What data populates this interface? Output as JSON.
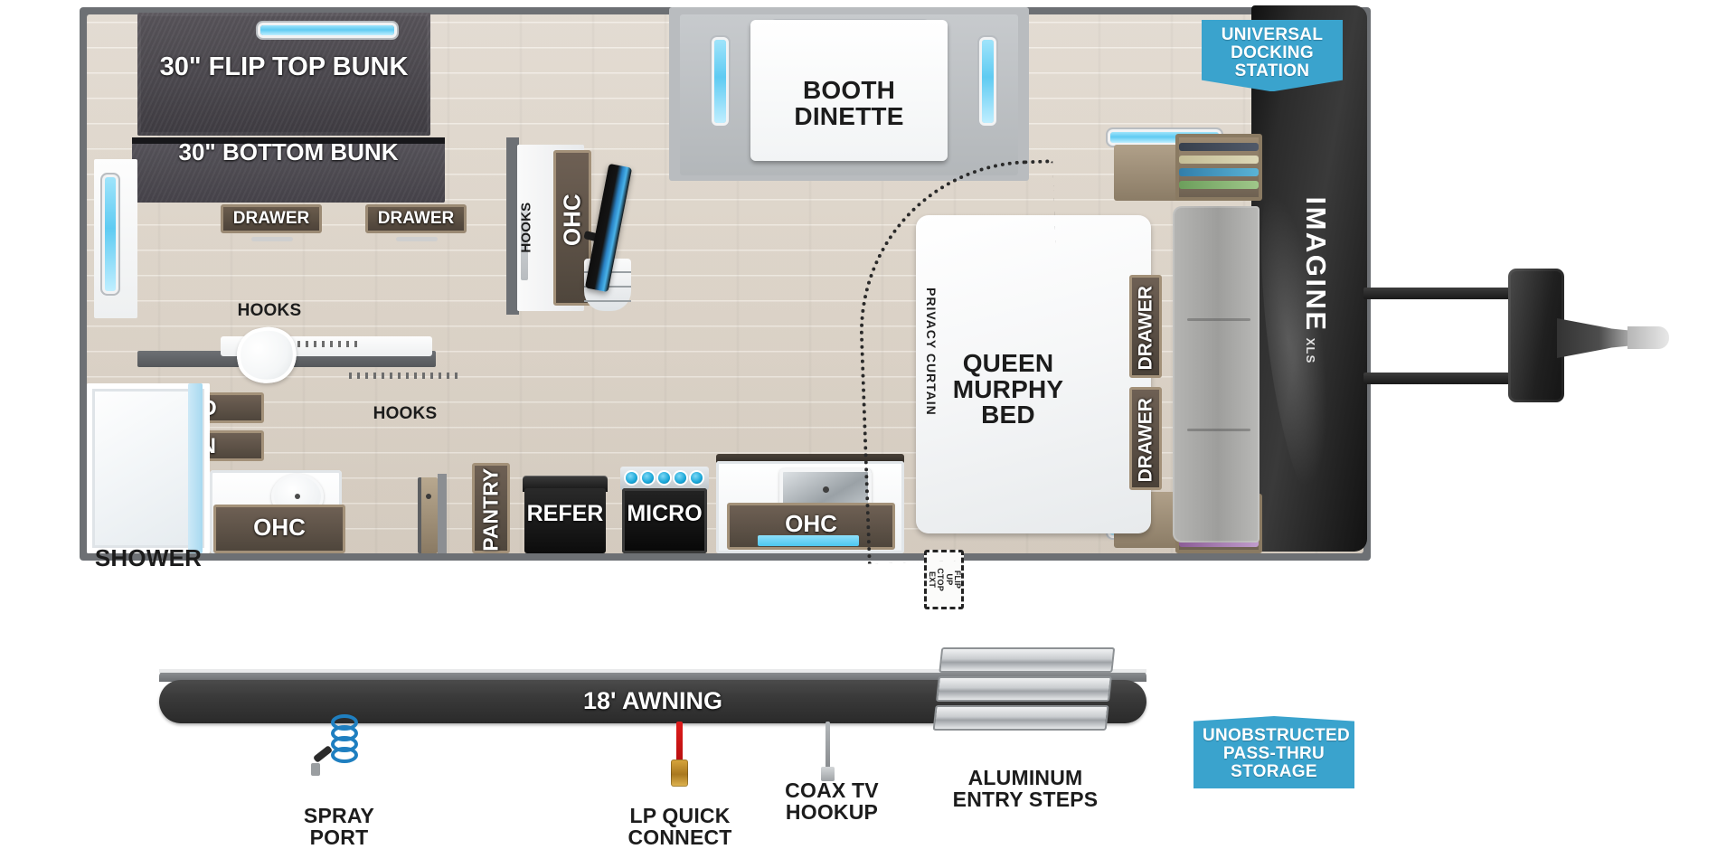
{
  "floorplan": {
    "brand_logo": {
      "name": "IMAGINE",
      "sub": "XLS"
    },
    "bunk_area": {
      "flip_top_bunk": "30\" FLIP TOP BUNK",
      "bottom_bunk": "30\" BOTTOM BUNK",
      "drawer_left": "DRAWER",
      "drawer_right": "DRAWER"
    },
    "bath": {
      "shower": "SHOWER",
      "ward": "WARD",
      "linen": "LINEN",
      "ohc": "OHC",
      "hooks_upper": "HOOKS",
      "hooks_lower": "HOOKS"
    },
    "entertainment": {
      "ohc": "OHC",
      "hooks": "HOOKS"
    },
    "kitchen": {
      "pantry": "PANTRY",
      "refer": "REFER",
      "micro": "MICRO",
      "ohc": "OHC",
      "flip_up_counter": "FLIP UP\nCTOP EXT"
    },
    "dinette": {
      "label": "BOOTH\nDINETTE"
    },
    "bedroom": {
      "bed": "QUEEN\nMURPHY\nBED",
      "drawer_top": "DRAWER",
      "drawer_bottom": "DRAWER",
      "privacy_curtain": "PRIVACY CURTAIN"
    },
    "exterior": {
      "awning": "18' AWNING",
      "spray_port": "SPRAY\nPORT",
      "lp_quick_connect": "LP QUICK\nCONNECT",
      "coax_tv_hookup": "COAX TV\nHOOKUP",
      "aluminum_entry_steps": "ALUMINUM\nENTRY STEPS"
    },
    "badges": [
      {
        "id": "universal-docking-station",
        "text": "UNIVERSAL\nDOCKING\nSTATION"
      },
      {
        "id": "unobstructed-pass-thru-storage",
        "text": "UNOBSTRUCTED\nPASS-THRU\nSTORAGE"
      }
    ],
    "colors": {
      "badge_blue": "#3aa3cd",
      "wall_gray": "#6d7074",
      "cabinet_brown": "#6e6054",
      "floor_beige": "#e9e2d8",
      "front_cap_black": "#1a1a1a",
      "window_blue": "#5fcbf2",
      "lp_red": "#d41919"
    }
  }
}
